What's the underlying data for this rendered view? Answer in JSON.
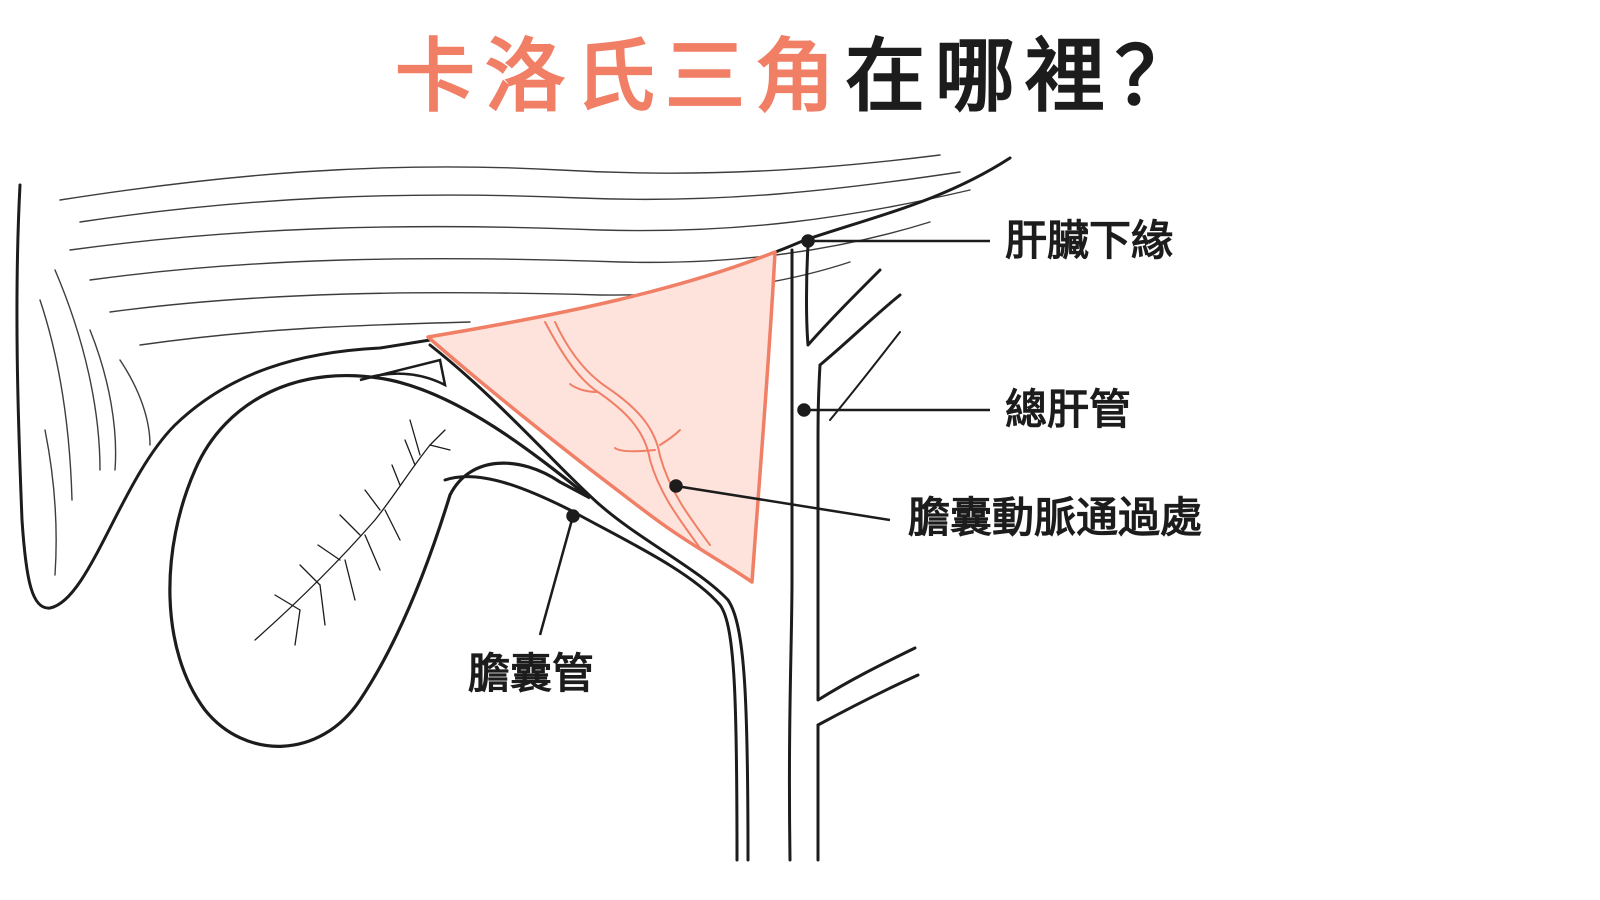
{
  "title": {
    "highlight": "卡洛氏三角",
    "rest": "在哪裡？"
  },
  "labels": {
    "liver_edge": "肝臟下緣",
    "common_hepatic_duct": "總肝管",
    "cystic_artery": "膽囊動脈通過處",
    "cystic_duct": "膽囊管"
  },
  "colors": {
    "accent": "#f07f66",
    "triangle_fill": "#fde3dc",
    "ink": "#1c1c1c"
  }
}
